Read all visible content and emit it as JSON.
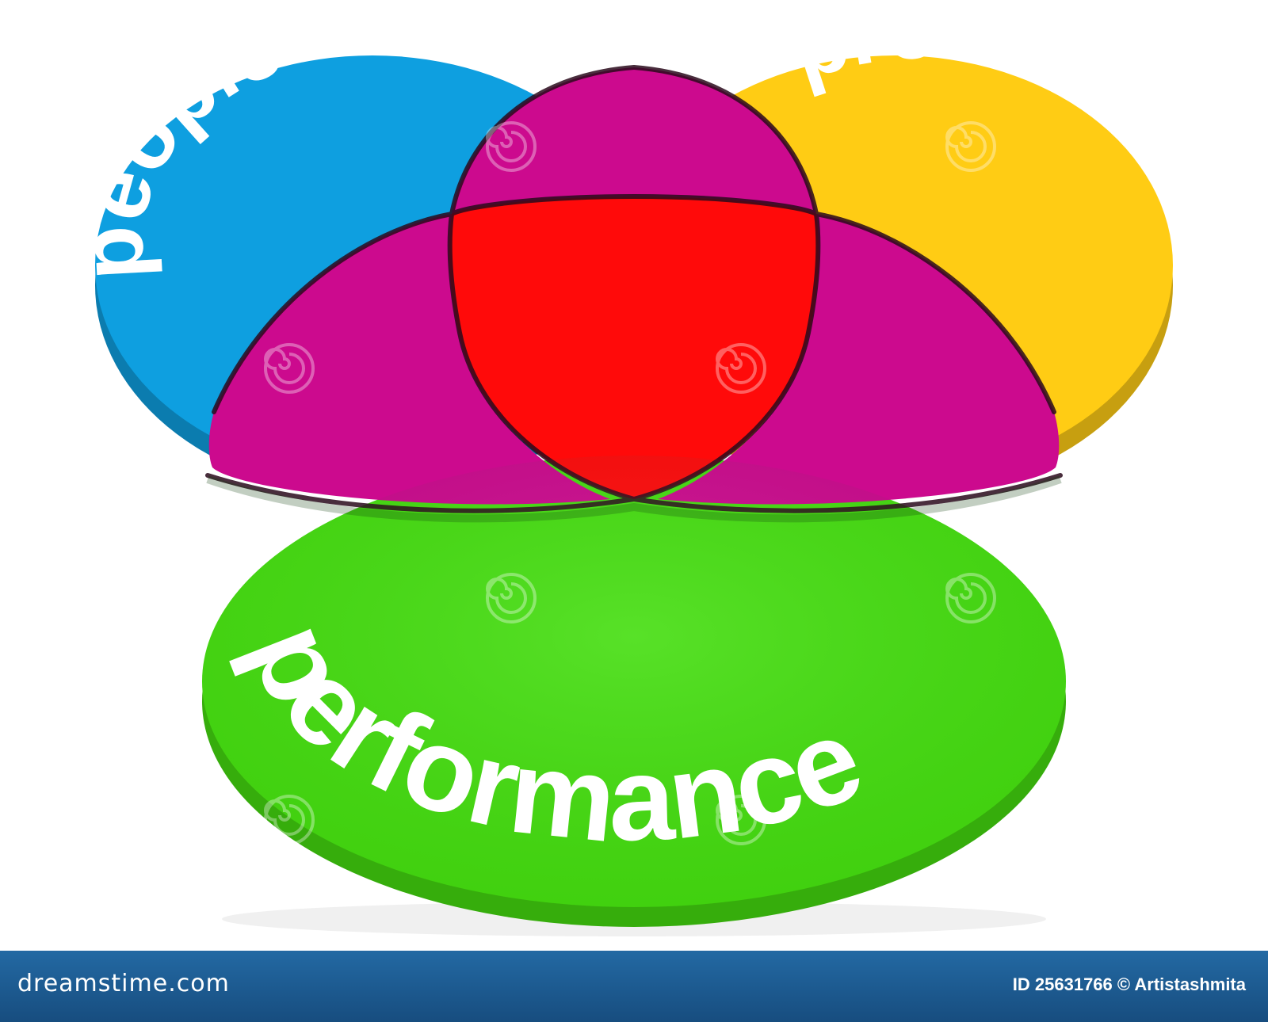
{
  "diagram": {
    "type": "venn",
    "sets": [
      {
        "label": "people",
        "color": "#0e9fe0"
      },
      {
        "label": "process",
        "color": "#ffcc14"
      },
      {
        "label": "performance",
        "color": "#45de10"
      }
    ],
    "pairwise_overlap_color": "#cc0a8e",
    "triple_overlap_color": "#ff0a0a"
  },
  "watermark": {
    "text": "dreamstime",
    "logo_icon": "spiral-logo-icon"
  },
  "footer": {
    "brand": "dreamstime.com",
    "credit": "ID 25631766 © Artistashmita",
    "bar_color": "#1d5b91"
  }
}
